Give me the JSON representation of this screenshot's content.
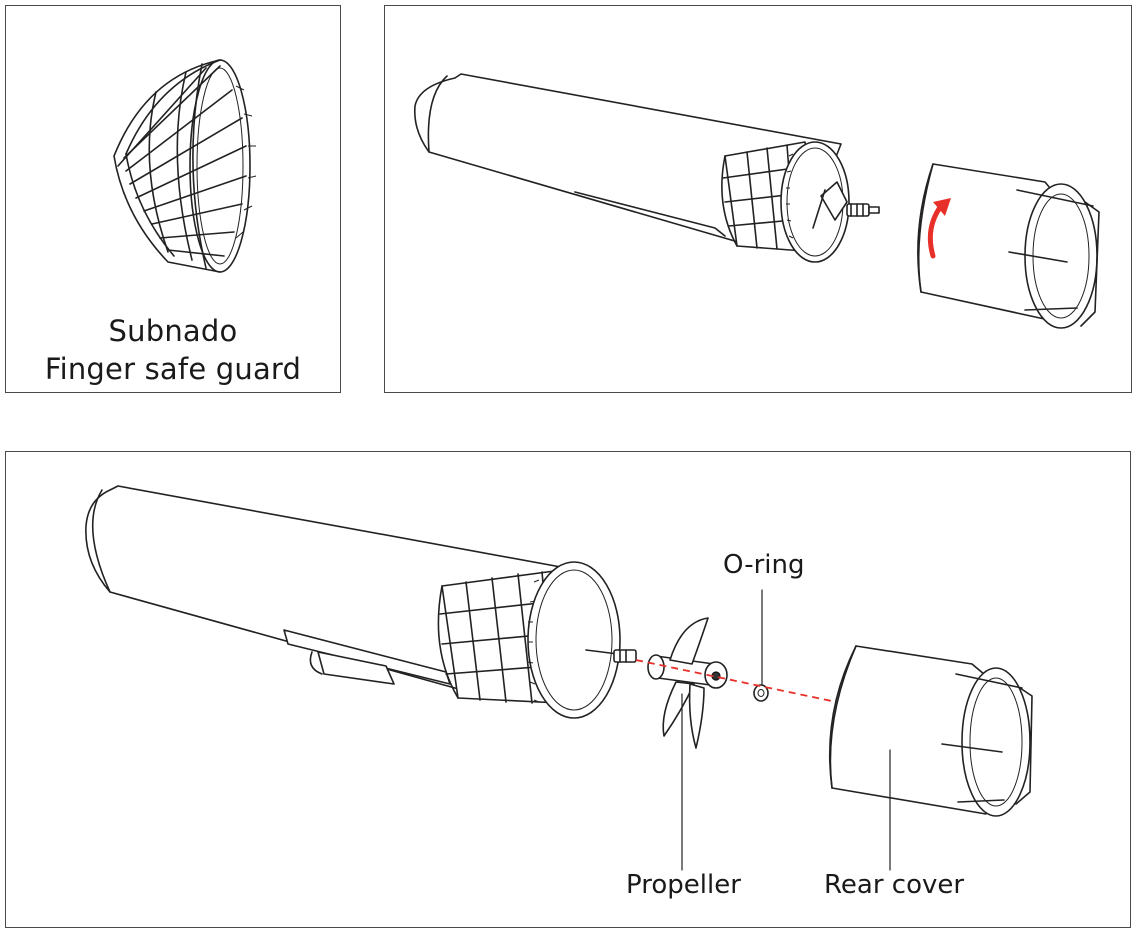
{
  "panels": {
    "guard": {
      "caption_line1": "Subnado",
      "caption_line2": "Finger safe guard"
    },
    "assembly": {
      "label_oring": "O-ring",
      "label_propeller": "Propeller",
      "label_rear_cover": "Rear cover"
    }
  },
  "colors": {
    "line": "#222222",
    "arrow": "#e8302a",
    "axis_dash": "#e8302a",
    "border": "#4a4a4a"
  },
  "icons": {
    "rotate_arrow": "curved-arrow-icon"
  }
}
